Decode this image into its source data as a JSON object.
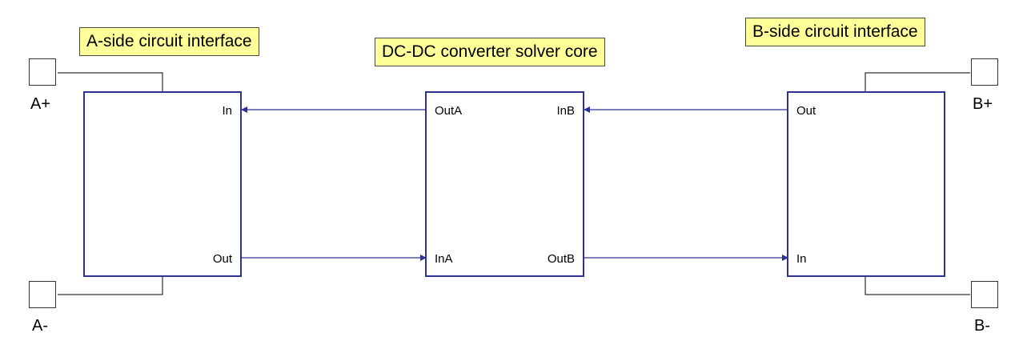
{
  "labels": {
    "a_side": "A-side circuit interface",
    "core": "DC-DC converter solver core",
    "b_side": "B-side circuit interface"
  },
  "a_block": {
    "in": "In",
    "out": "Out"
  },
  "core_block": {
    "out_a": "OutA",
    "in_b": "InB",
    "in_a": "InA",
    "out_b": "OutB"
  },
  "b_block": {
    "out": "Out",
    "in": "In"
  },
  "terminals": {
    "a_plus": "A+",
    "a_minus": "A-",
    "b_plus": "B+",
    "b_minus": "B-"
  },
  "colors": {
    "wire": "#2e3192",
    "label_bg": "#ffff99",
    "terminal_wire": "#000000"
  }
}
